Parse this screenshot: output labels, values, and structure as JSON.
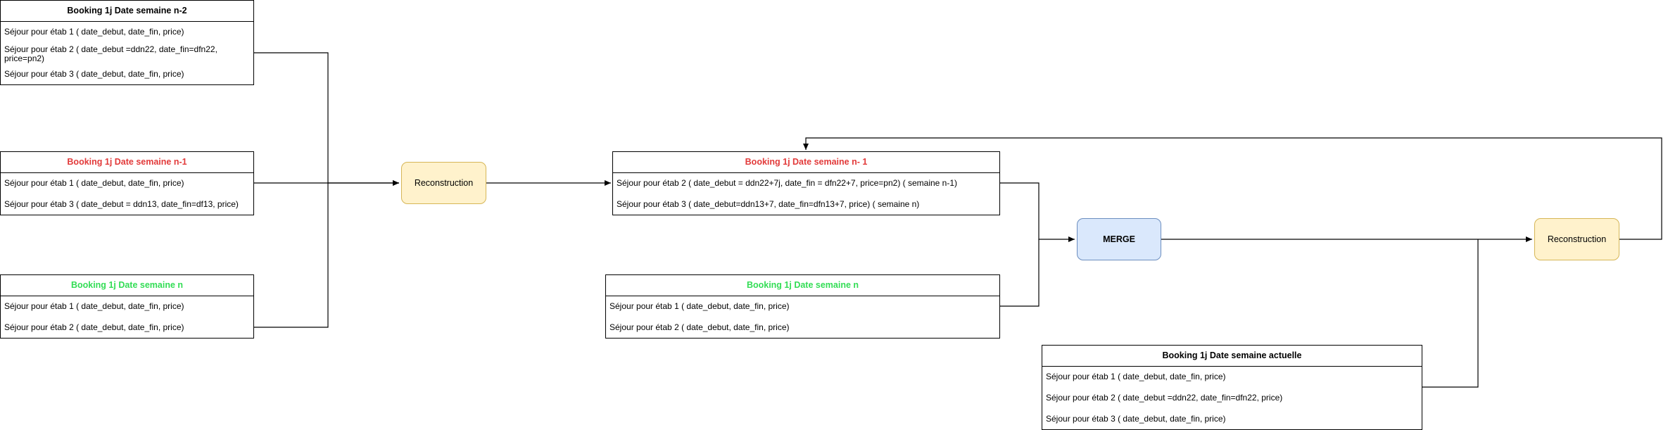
{
  "tables": {
    "t1": {
      "title": "Booking 1j Date semaine n-2",
      "rows": [
        "Séjour pour étab 1 ( date_debut, date_fin, price)",
        "Séjour pour étab 2 ( date_debut =ddn22, date_fin=dfn22, price=pn2)",
        "Séjour pour étab 3 ( date_debut, date_fin, price)"
      ]
    },
    "t2": {
      "title": "Booking 1j Date semaine n-1",
      "rows": [
        "Séjour pour étab 1 ( date_debut, date_fin, price)",
        "Séjour pour étab 3 ( date_debut = ddn13, date_fin=df13, price)"
      ]
    },
    "t3": {
      "title": "Booking 1j Date semaine n",
      "rows": [
        "Séjour pour étab 1 ( date_debut, date_fin, price)",
        "Séjour pour étab 2 ( date_debut, date_fin, price)"
      ]
    },
    "t4": {
      "title": "Booking 1j Date semaine n- 1",
      "rows": [
        "Séjour pour étab 2 ( date_debut = ddn22+7j, date_fin = dfn22+7, price=pn2) ( semaine n-1)",
        "Séjour pour étab 3 ( date_debut=ddn13+7, date_fin=dfn13+7, price) ( semaine n)"
      ]
    },
    "t5": {
      "title": "Booking 1j Date semaine n",
      "rows": [
        "Séjour pour étab 1 ( date_debut, date_fin, price)",
        "Séjour pour étab 2 ( date_debut, date_fin, price)"
      ]
    },
    "t6": {
      "title": "Booking 1j Date semaine actuelle",
      "rows": [
        "Séjour pour étab 1 ( date_debut, date_fin, price)",
        "Séjour pour étab 2 ( date_debut =ddn22, date_fin=dfn22, price)",
        "Séjour pour étab 3 ( date_debut, date_fin, price)"
      ]
    }
  },
  "nodes": {
    "reconstruction1": "Reconstruction",
    "merge": "MERGE",
    "reconstruction2": "Reconstruction"
  },
  "colors": {
    "title_red": "#e23a3a",
    "title_green": "#33dd55",
    "reconstruction_fill": "#fff2cc",
    "reconstruction_stroke": "#d6b656",
    "merge_fill": "#dae8fc",
    "merge_stroke": "#6c8ebf"
  }
}
